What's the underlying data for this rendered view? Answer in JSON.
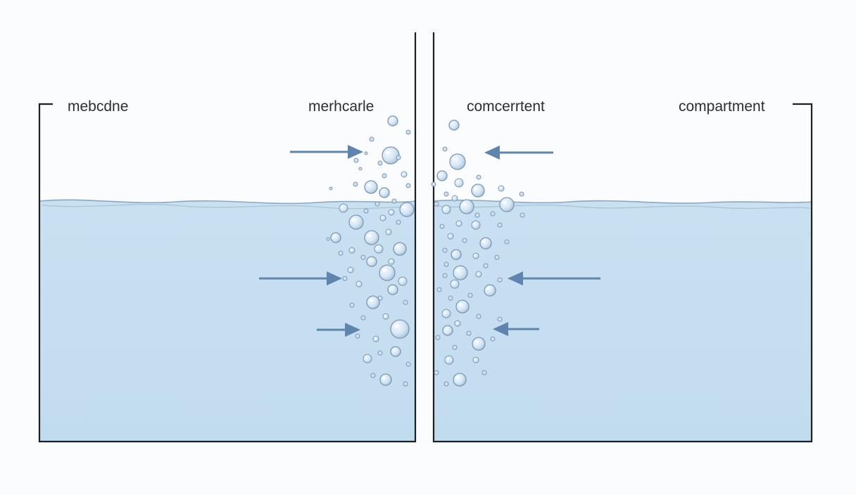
{
  "labels": {
    "left": "mebcdne",
    "center_left": "merhcarle",
    "center_right": "comcerrtent",
    "right": "compartment"
  },
  "colors": {
    "water": "#c6dff0",
    "water_deep": "#bcd8ee",
    "surface": "#7f9fbe",
    "wall": "#1e1f22",
    "arrow": "#5f84ad",
    "bubble_fill": "#d6e8f5",
    "bubble_stroke": "#7d97b3"
  }
}
